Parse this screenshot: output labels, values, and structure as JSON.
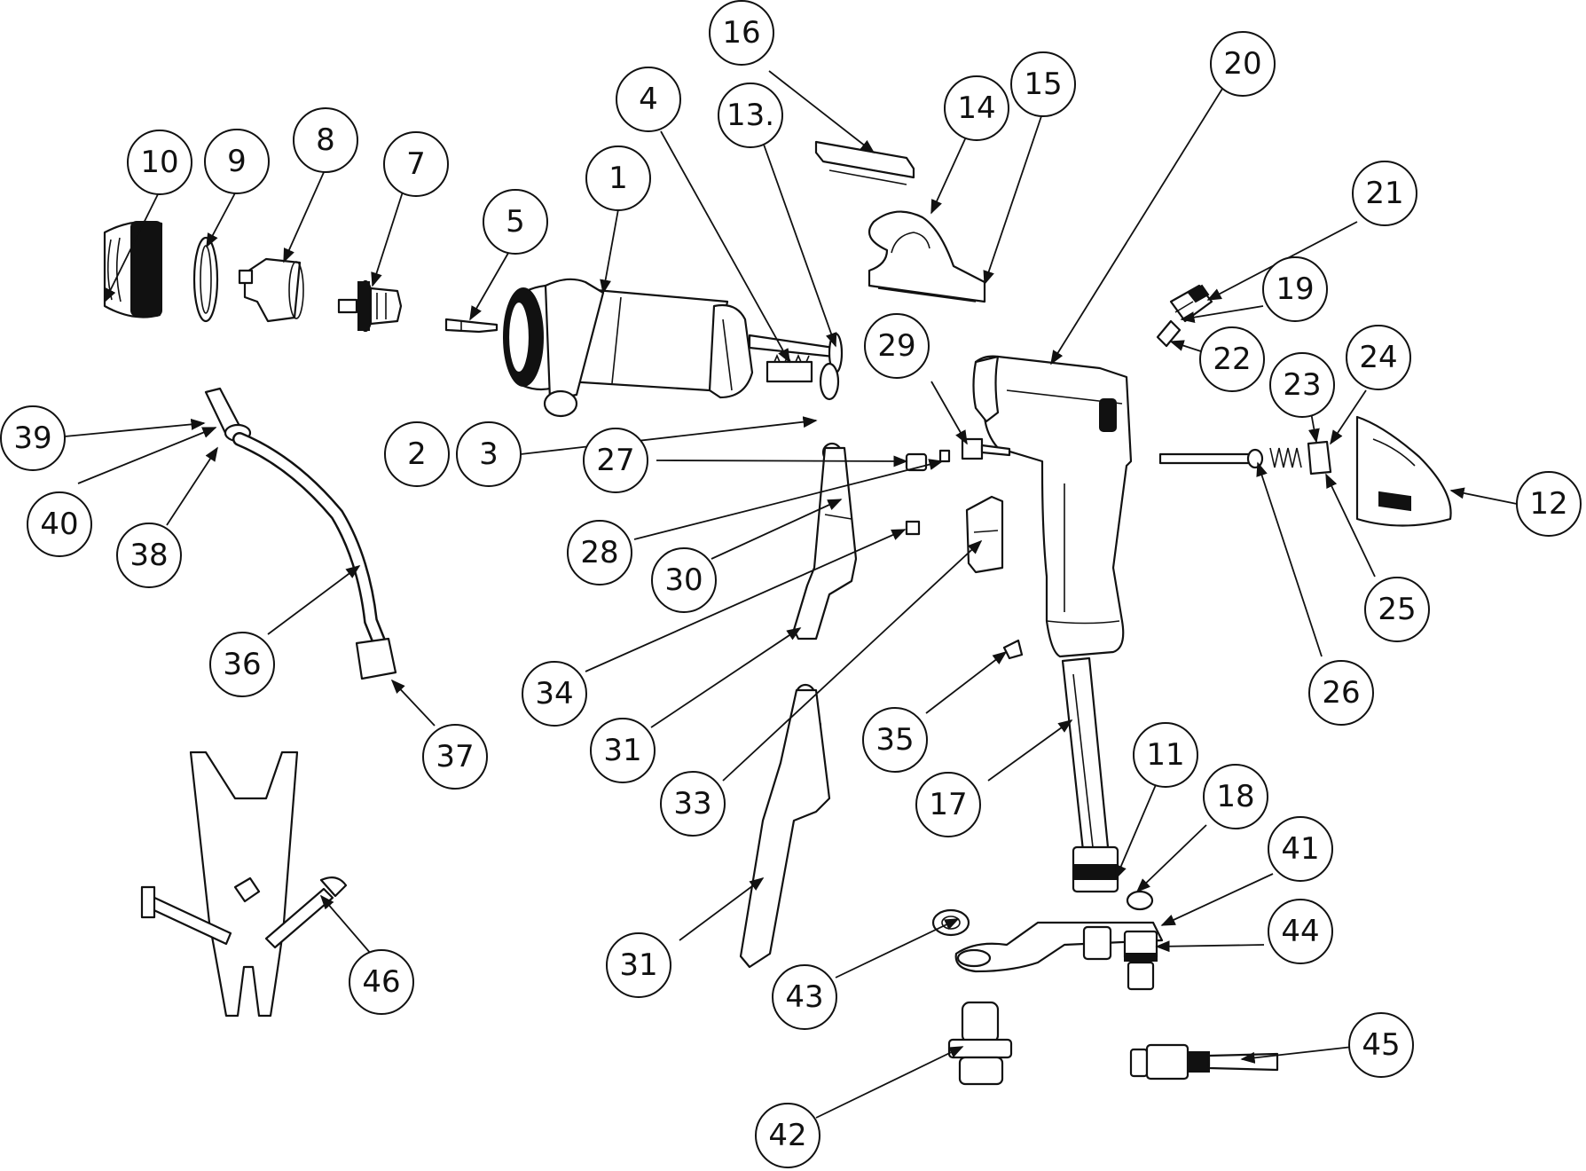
{
  "callouts": [
    {
      "name": "1",
      "label": "1"
    },
    {
      "name": "2",
      "label": "2"
    },
    {
      "name": "3",
      "label": "3"
    },
    {
      "name": "4",
      "label": "4"
    },
    {
      "name": "5",
      "label": "5"
    },
    {
      "name": "7",
      "label": "7"
    },
    {
      "name": "8",
      "label": "8"
    },
    {
      "name": "9",
      "label": "9"
    },
    {
      "name": "10",
      "label": "10"
    },
    {
      "name": "11",
      "label": "11"
    },
    {
      "name": "12",
      "label": "12"
    },
    {
      "name": "13",
      "label": "13."
    },
    {
      "name": "14",
      "label": "14"
    },
    {
      "name": "15",
      "label": "15"
    },
    {
      "name": "16",
      "label": "16"
    },
    {
      "name": "17",
      "label": "17"
    },
    {
      "name": "18",
      "label": "18"
    },
    {
      "name": "19",
      "label": "19"
    },
    {
      "name": "20",
      "label": "20"
    },
    {
      "name": "21",
      "label": "21"
    },
    {
      "name": "22",
      "label": "22"
    },
    {
      "name": "23",
      "label": "23"
    },
    {
      "name": "24",
      "label": "24"
    },
    {
      "name": "25",
      "label": "25"
    },
    {
      "name": "26",
      "label": "26"
    },
    {
      "name": "27",
      "label": "27"
    },
    {
      "name": "28",
      "label": "28"
    },
    {
      "name": "29",
      "label": "29"
    },
    {
      "name": "30",
      "label": "30"
    },
    {
      "name": "31a",
      "label": "31"
    },
    {
      "name": "31b",
      "label": "31"
    },
    {
      "name": "33",
      "label": "33"
    },
    {
      "name": "34",
      "label": "34"
    },
    {
      "name": "35",
      "label": "35"
    },
    {
      "name": "36",
      "label": "36"
    },
    {
      "name": "37",
      "label": "37"
    },
    {
      "name": "38",
      "label": "38"
    },
    {
      "name": "39",
      "label": "39"
    },
    {
      "name": "40",
      "label": "40"
    },
    {
      "name": "41",
      "label": "41"
    },
    {
      "name": "42",
      "label": "42"
    },
    {
      "name": "43",
      "label": "43"
    },
    {
      "name": "44",
      "label": "44"
    },
    {
      "name": "45",
      "label": "45"
    },
    {
      "name": "46",
      "label": "46"
    }
  ]
}
